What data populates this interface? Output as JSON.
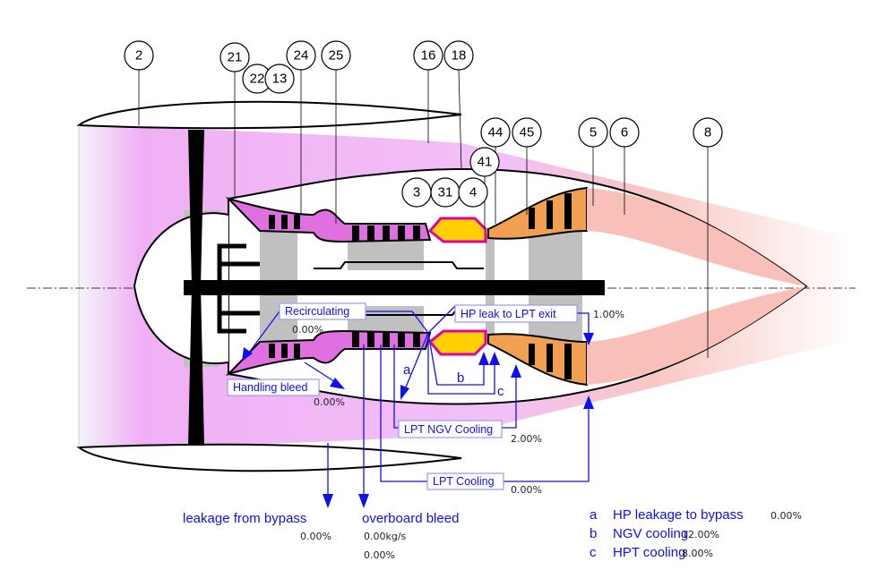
{
  "stations": [
    "2",
    "21",
    "22",
    "13",
    "24",
    "25",
    "16",
    "18",
    "44",
    "45",
    "41",
    "3",
    "31",
    "4",
    "5",
    "6",
    "8"
  ],
  "flows": {
    "recirculating": {
      "label": "Recirculating",
      "value": "0.00%"
    },
    "hp_leak_lpt_exit": {
      "label": "HP leak to LPT exit",
      "value": "1.00%"
    },
    "handling_bleed": {
      "label": "Handling bleed",
      "value": "0.00%"
    },
    "lpt_ngv_cooling": {
      "label": "LPT NGV Cooling",
      "value": "2.00%"
    },
    "lpt_cooling": {
      "label": "LPT Cooling",
      "value": "0.00%"
    },
    "leakage_from_bypass": {
      "label": "leakage from bypass",
      "value": "0.00%"
    },
    "overboard_bleed": {
      "label": "overboard bleed",
      "flow": "0.00kg/s",
      "value": "0.00%"
    }
  },
  "markers": {
    "a": "a",
    "b": "b",
    "c": "c"
  },
  "legend": [
    {
      "key": "a",
      "label": "HP leakage to bypass",
      "value": "0.00%"
    },
    {
      "key": "b",
      "label": "NGV cooling",
      "value": "12.00%"
    },
    {
      "key": "c",
      "label": "HPT cooling",
      "value": "8.00%"
    }
  ],
  "colors": {
    "annotation": "#1010ee",
    "bypass": "#f0b0f5",
    "compressor": "#e070e0",
    "combustor": "#ffd000",
    "turbine": "#f0a050",
    "exhaust": "#f8c0b8"
  }
}
